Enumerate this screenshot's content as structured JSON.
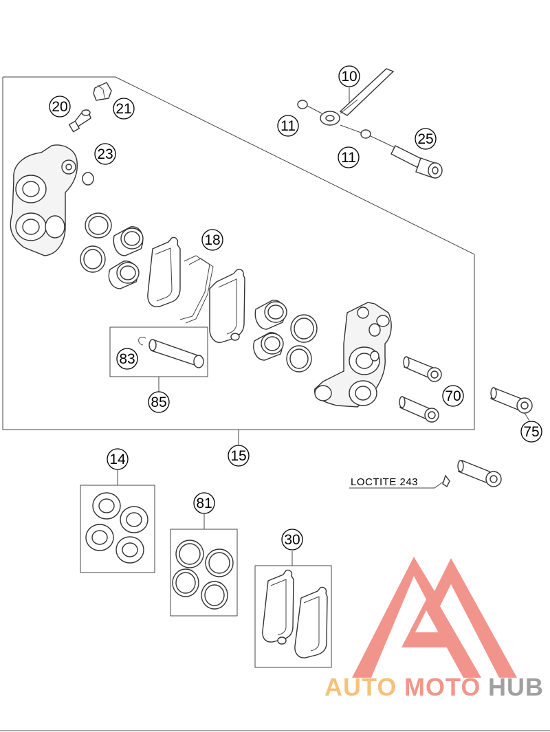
{
  "callouts": {
    "c10": "10",
    "c11a": "11",
    "c11b": "11",
    "c25": "25",
    "c20": "20",
    "c21": "21",
    "c23": "23",
    "c18": "18",
    "c83": "83",
    "c85": "85",
    "c70": "70",
    "c75": "75",
    "c15": "15",
    "c14": "14",
    "c81": "81",
    "c30": "30"
  },
  "note": {
    "loctite": "LOCTITE 243"
  },
  "watermark": {
    "part1": "AUTO",
    "part2": "MOTO",
    "part3": "HUB",
    "colors": {
      "auto": "#f5c27a",
      "moto": "#f2958a",
      "hub": "#a0a0a0",
      "logo": "#f08a80"
    }
  }
}
